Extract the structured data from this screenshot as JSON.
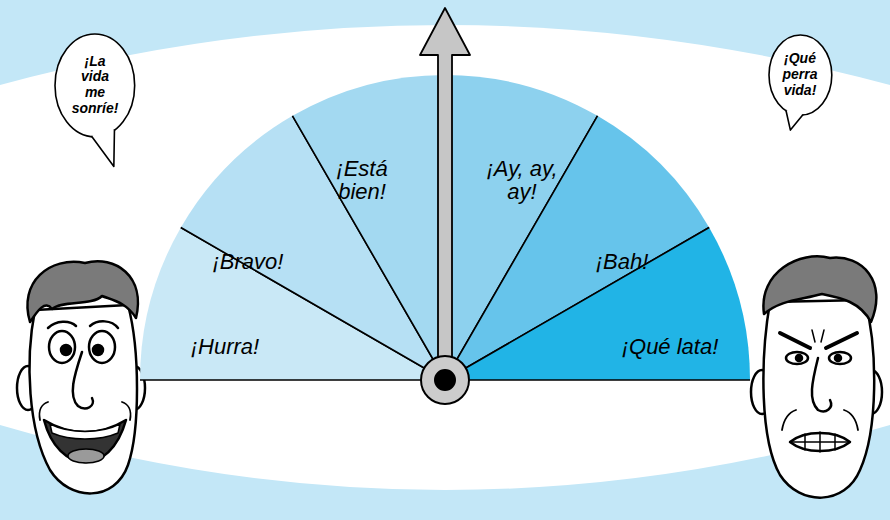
{
  "diagram": {
    "nodes": [
      {
        "text": [
          "¡La vida me sonríe!"
        ]
      },
      {
        "text": [
          "¡Hurra!"
        ]
      },
      {
        "text": [
          "¡Bravo!"
        ]
      },
      {
        "text": [
          "¡Está bien!"
        ]
      },
      {
        "text": [
          "¡Ay, ay, ay!"
        ]
      },
      {
        "text": [
          "¡Bah!"
        ]
      },
      {
        "text": [
          "¡Qué lata!"
        ]
      },
      {
        "text": [
          "¡Qué perra vida!"
        ]
      }
    ]
  }
}
